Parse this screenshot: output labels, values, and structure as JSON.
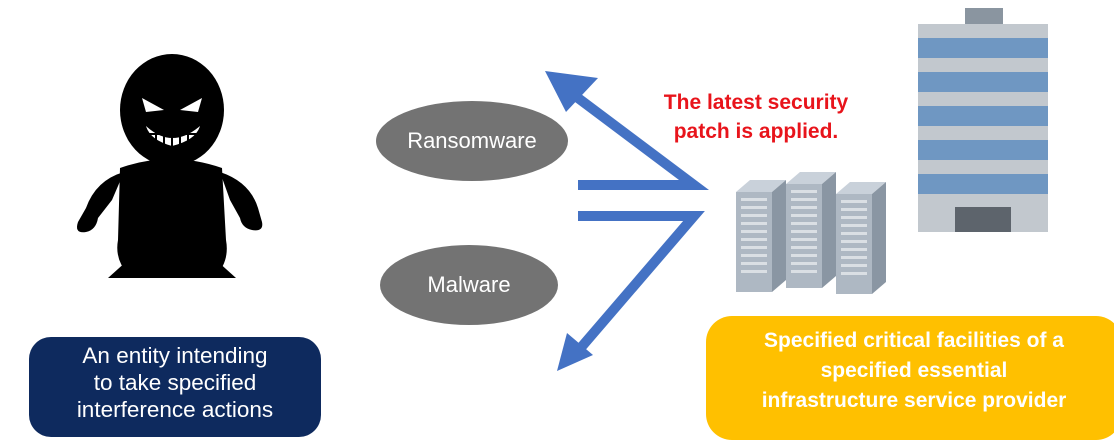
{
  "threats": {
    "ransomware_label": "Ransomware",
    "malware_label": "Malware"
  },
  "security_note": {
    "line1": "The latest security",
    "line2": "patch is applied."
  },
  "entity": {
    "line1": "An entity intending",
    "line2": "to take specified",
    "line3": "interference actions"
  },
  "provider": {
    "line1": "Specified critical facilities of a",
    "line2": "specified essential",
    "line3": "infrastructure service provider"
  },
  "colors": {
    "arrow": "#4472c4",
    "ellipse": "#737373",
    "security_text": "#e8141b",
    "entity_box": "#0e2a5e",
    "provider_box": "#ffc000"
  },
  "icons": [
    "attacker-silhouette-icon",
    "server-rack-icon",
    "office-building-icon"
  ]
}
